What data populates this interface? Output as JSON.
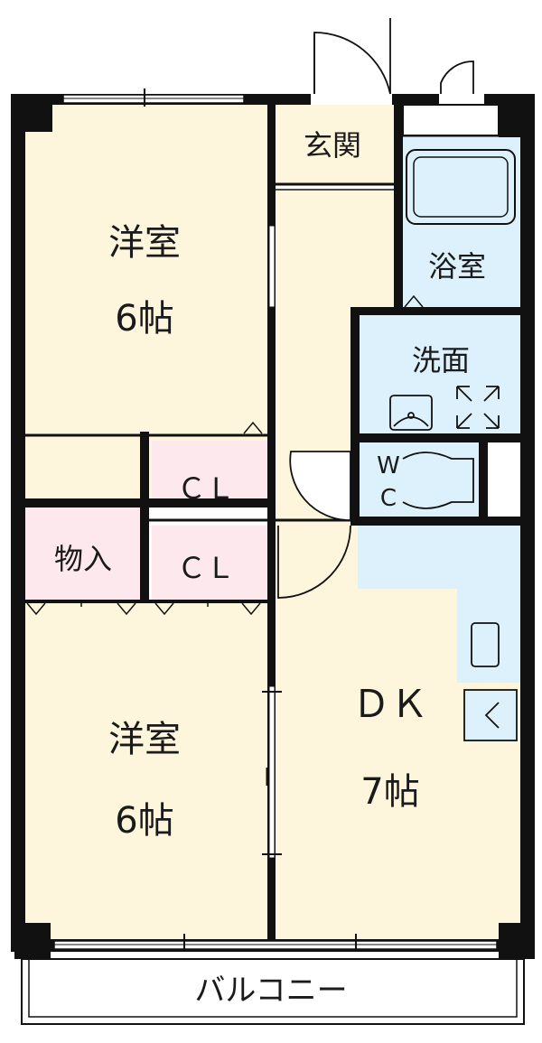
{
  "colors": {
    "room": "#fdf6dc",
    "closet": "#fde8ee",
    "water": "#dcf1fb",
    "wall": "#111111",
    "background": "#ffffff"
  },
  "rooms": {
    "western_room_top": {
      "name": "洋室",
      "size": "6帖"
    },
    "western_room_bottom": {
      "name": "洋室",
      "size": "6帖"
    },
    "entrance": {
      "name": "玄関"
    },
    "bathroom": {
      "name": "浴室"
    },
    "washroom": {
      "name": "洗面"
    },
    "toilet": {
      "line1": "W",
      "line2": "C"
    },
    "closet_upper": {
      "name": "ＣＬ"
    },
    "closet_lower": {
      "name": "ＣＬ"
    },
    "storage": {
      "name": "物入"
    },
    "dining_kitchen": {
      "name": "ＤＫ",
      "size": "7帖"
    },
    "balcony": {
      "name": "バルコニー"
    }
  }
}
